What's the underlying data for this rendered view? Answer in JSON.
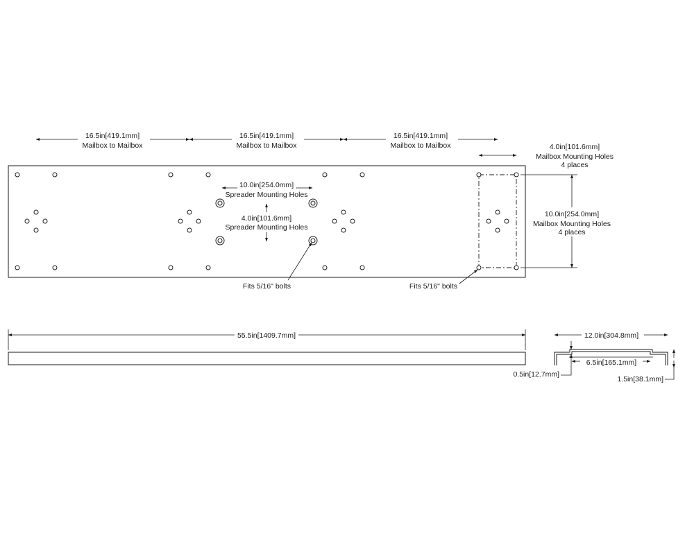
{
  "dim_mailbox_spacing": {
    "value": "16.5in",
    "metric": "419.1mm",
    "caption": "Mailbox to Mailbox"
  },
  "dim_mailbox_holes_width": {
    "value": "4.0in",
    "metric": "101.6mm",
    "caption": "Mailbox Mounting Holes",
    "note": "4 places"
  },
  "dim_mailbox_holes_height": {
    "value": "10.0in",
    "metric": "254.0mm",
    "caption": "Mailbox Mounting Holes",
    "note": "4 places"
  },
  "dim_spreader_width": {
    "value": "10.0in",
    "metric": "254.0mm",
    "caption": "Spreader Mounting Holes"
  },
  "dim_spreader_height": {
    "value": "4.0in",
    "metric": "101.6mm",
    "caption": "Spreader Mounting Holes"
  },
  "callout_bolts": "Fits 5/16\" bolts",
  "dim_overall_length": {
    "value": "55.5in",
    "metric": "1409.7mm"
  },
  "dim_channel_width": {
    "value": "12.0in",
    "metric": "304.8mm"
  },
  "dim_channel_inner": {
    "value": "6.5in",
    "metric": "165.1mm"
  },
  "dim_channel_lip": {
    "value": "0.5in",
    "metric": "12.7mm"
  },
  "dim_channel_height": {
    "value": "1.5in",
    "metric": "38.1mm"
  },
  "colors": {
    "line": "#1a1a1a",
    "background": "#ffffff"
  }
}
